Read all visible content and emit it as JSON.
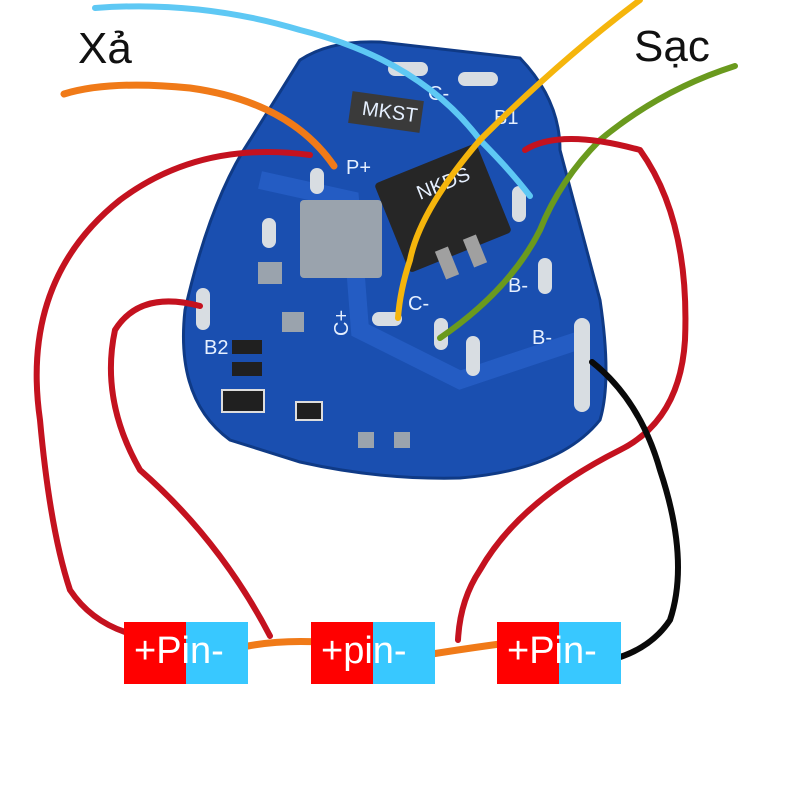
{
  "labels": {
    "discharge": "Xả",
    "charge": "Sạc"
  },
  "board": {
    "silk_p_plus": "P+",
    "silk_c_minus_top": "C-",
    "silk_c_minus_mid": "C-",
    "silk_c_plus": "C+",
    "silk_b_minus": "B-",
    "silk_b1": "B1",
    "silk_b2": "B2",
    "silk_b_plus_partial": "B-",
    "chip_mark": "NKDS",
    "diode_mark": "MKST"
  },
  "cells": [
    {
      "text": "+Pin-"
    },
    {
      "text": "+pin-"
    },
    {
      "text": "+Pin-"
    }
  ],
  "colors": {
    "board": "#1a4fb0",
    "pcb_trace": "#2a63cc",
    "wire_red": "#c4121f",
    "wire_black": "#0a0a0a",
    "wire_orange": "#f07a18",
    "wire_blue": "#5ec8f4",
    "wire_yellow": "#f5b50c",
    "wire_green": "#6a9a1e",
    "cell_plus": "#ff0000",
    "cell_minus": "#38c8ff"
  }
}
